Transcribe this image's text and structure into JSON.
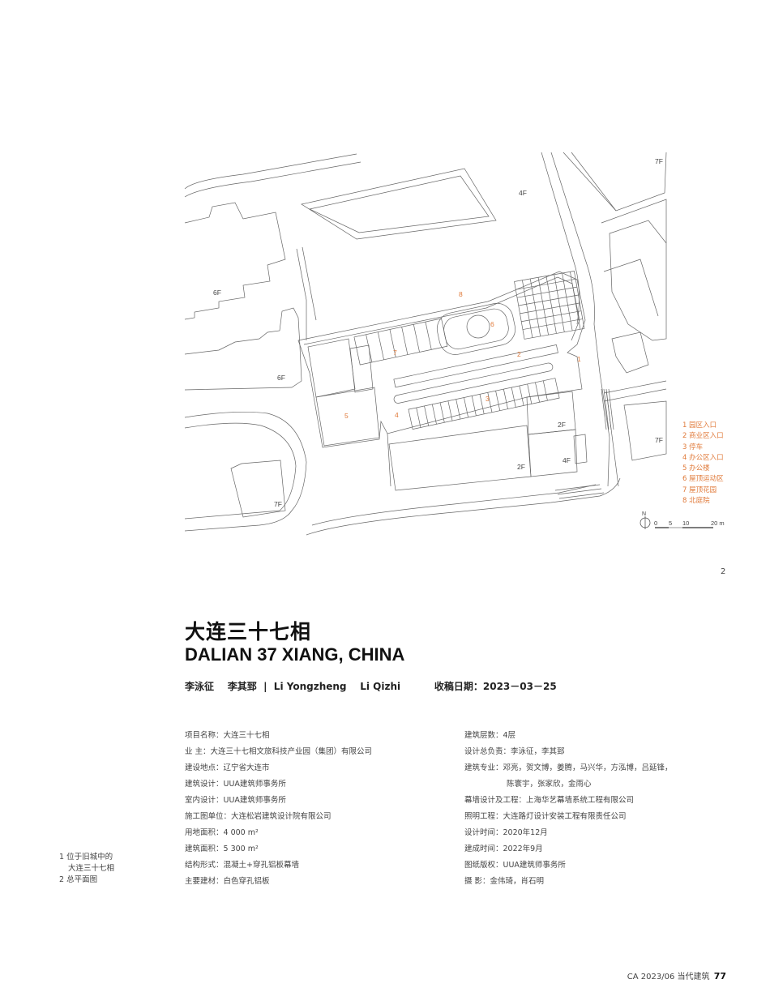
{
  "figure": {
    "building_labels": [
      "7F",
      "4F",
      "6F",
      "6F",
      "7F",
      "2F",
      "4F",
      "2F",
      "7F"
    ],
    "zone_numbers": [
      "1",
      "2",
      "3",
      "4",
      "5",
      "6",
      "7",
      "8"
    ],
    "north": "N",
    "scale_ticks": [
      "0",
      "5",
      "10",
      "20 m"
    ],
    "legend": [
      "1  园区入口",
      "2  商业区入口",
      "3  停车",
      "4  办公区入口",
      "5  办公楼",
      "6  屋顶运动区",
      "7  屋顶花园",
      "8  北庭院"
    ],
    "figure_number": "2"
  },
  "title_cn": "大连三十七相",
  "title_en": "DALIAN 37 XIANG, CHINA",
  "byline": "李泳征    李其郅  |  Li Yongzheng    Li Qizhi          收稿日期：2023－03－25",
  "info_left": [
    "项目名称：大连三十七相",
    "业        主：大连三十七相文旅科技产业园（集团）有限公司",
    "建设地点：辽宁省大连市",
    "建筑设计：UUA建筑师事务所",
    "室内设计：UUA建筑师事务所",
    "施工图单位：大连松岩建筑设计院有限公司",
    "用地面积：4 000 m²",
    "建筑面积：5 300 m²",
    "结构形式：混凝土+穿孔铝板幕墙",
    "主要建材：白色穿孔铝板"
  ],
  "info_right": [
    "建筑层数：4层",
    "设计总负责：李泳征，李其郅",
    "建筑专业：邓亮，贺文博，姜腾，马兴华，方泓博，吕延锋，",
    "陈寰宇，张家欣，金雨心",
    "幕墙设计及工程：上海华艺幕墙系统工程有限公司",
    "照明工程：大连路灯设计安装工程有限责任公司",
    "设计时间：2020年12月",
    "建成时间：2022年9月",
    "图纸版权：UUA建筑师事务所",
    "摄        影：金伟琦，肖石明"
  ],
  "captions": [
    "1  位于旧城中的",
    "大连三十七相",
    "2  总平面图"
  ],
  "footer": {
    "journal": "CA  2023/06  当代建筑",
    "page": "77"
  },
  "colors": {
    "accent": "#e07a3a",
    "line": "#555555",
    "text": "#333333"
  }
}
